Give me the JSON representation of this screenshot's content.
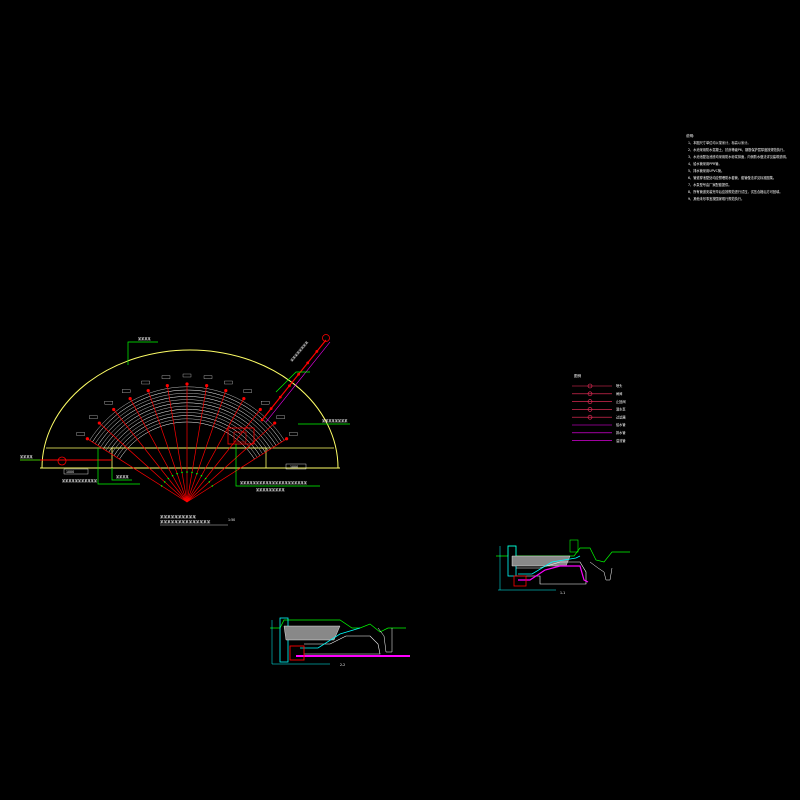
{
  "drawing": {
    "plan_title_line1": "某某某某某某某某某某",
    "plan_title_line2": "某某某某某某某某某某某某某某",
    "plan_scale": "1:50",
    "label_left_outer": "某某某某",
    "label_top_leader": "某某某某",
    "label_upper_right": "某某某某某某某某",
    "label_right_mid": "某某某某某某某某",
    "label_bottom_left": "某某某某某某某某某某某",
    "label_bottom_mid": "某某某某",
    "label_bottom_right_line1": "某某某某某某某某某某某某某某某某某某某某某",
    "label_bottom_right_line2": "某某某某某某某某某",
    "dim_left": "1000",
    "dim_right": "1000",
    "section_right_label": "1-1",
    "section_bottom_label": "2-2"
  },
  "notes": {
    "heading": "说明:",
    "lines": [
      "1、本图尺寸单位均以毫米计，标高以米计。",
      "2、水池采用防水混凝土，抗渗等级P6，钢筋保护层厚度按规范执行。",
      "3、水池池壁及池底均采用防水砂浆抹面，内侧防水做法详见建筑说明。",
      "4、给水管采用PPR管。",
      "5、排水管采用UPVC管。",
      "6、管道穿池壁处均应预埋防水套管，套管做法详见标准图集。",
      "7、水泵型号由厂家配套提供。",
      "8、所有管道安装完毕后应按规范进行试压，试压合格后方可回填。",
      "9、其他未尽事宜按国家现行规范执行。"
    ]
  },
  "legend": {
    "heading": "图例",
    "items": [
      {
        "label": "喷头",
        "color": "#ff3060"
      },
      {
        "label": "闸阀",
        "color": "#ff3060"
      },
      {
        "label": "止回阀",
        "color": "#ff3060"
      },
      {
        "label": "潜水泵",
        "color": "#ff3060"
      },
      {
        "label": "过滤器",
        "color": "#ff3060"
      },
      {
        "label": "给水管",
        "color": "#ff00ff"
      },
      {
        "label": "排水管",
        "color": "#ff00ff"
      },
      {
        "label": "溢流管",
        "color": "#ff00ff"
      }
    ]
  },
  "colors": {
    "background": "#000000",
    "outline": "#ffff66",
    "pipe": "#ff0000",
    "leader": "#00ff00",
    "dim": "#00ffff",
    "text": "#ffffff",
    "magenta": "#ff00ff",
    "hatch": "#aaaaaa"
  }
}
